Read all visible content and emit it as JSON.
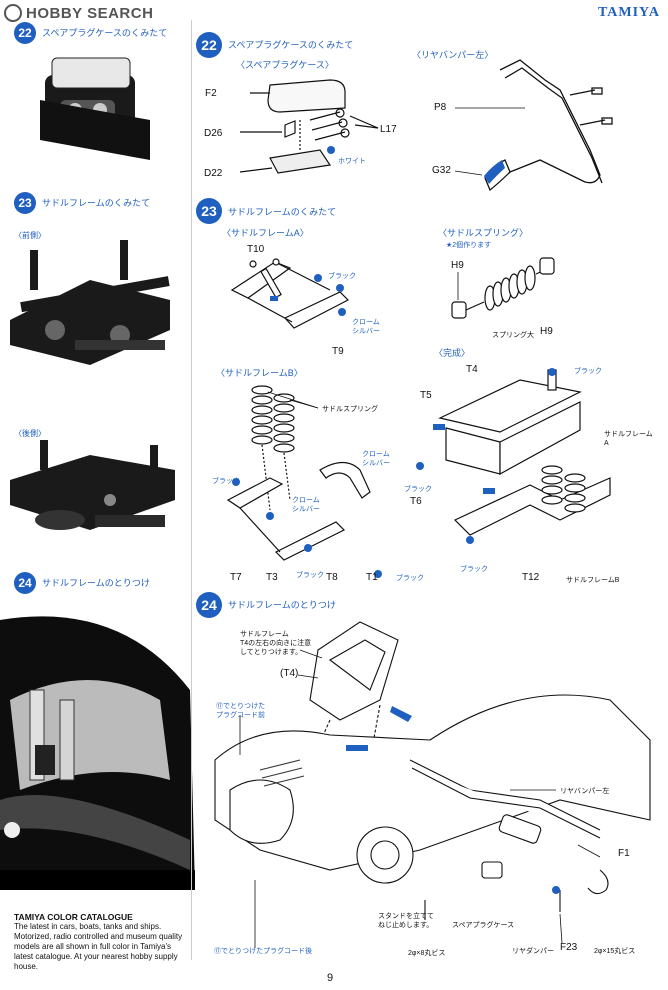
{
  "header": {
    "site_logo": "HOBBY SEARCH",
    "brand": "TAMIYA"
  },
  "left": {
    "s22": {
      "num": "22",
      "title": "スペアプラグケースのくみたて"
    },
    "s23": {
      "num": "23",
      "title": "サドルフレームのくみたて",
      "front": "〈前側〉",
      "rear": "〈後側〉"
    },
    "s24": {
      "num": "24",
      "title": "サドルフレームのとりつけ"
    },
    "catalogue": {
      "title": "TAMIYA COLOR CATALOGUE",
      "body": "The latest in cars, boats, tanks and ships. Motorized, radio controlled and museum quality models are all shown in full color in Tamiya's latest catalogue. At your nearest hobby supply house."
    }
  },
  "step22": {
    "num": "22",
    "title": "スペアプラグケースのくみたて",
    "sub": "〈スペアプラグケース〉",
    "labels": {
      "f2": "F2",
      "d26": "D26",
      "d22": "D22",
      "l17": "L17",
      "white": "ホワイト"
    }
  },
  "rear_bumper": {
    "title": "〈リヤバンパー左〉",
    "labels": {
      "p8": "P8",
      "g32": "G32"
    }
  },
  "step23": {
    "num": "23",
    "title": "サドルフレームのくみたて",
    "frameA": {
      "title": "〈サドルフレームA〉",
      "labels": {
        "t10": "T10",
        "t9": "T9",
        "black": "ブラック",
        "chrome": "クローム\nシルバー"
      }
    },
    "spring": {
      "title": "〈サドルスプリング〉",
      "note": "★2個作ります",
      "labels": {
        "h9a": "H9",
        "h9b": "H9",
        "spring_big": "スプリング大"
      }
    },
    "frameB": {
      "title": "〈サドルフレームB〉",
      "labels": {
        "saddle_spring": "サドルスプリング",
        "chrome1": "クローム\nシルバー",
        "chrome2": "クローム\nシルバー",
        "black1": "ブラック",
        "black2": "ブラック",
        "black3": "ブラック",
        "t7": "T7",
        "t3": "T3",
        "t8": "T8",
        "t1": "T1"
      }
    },
    "complete": {
      "title": "〈完成〉",
      "labels": {
        "t4": "T4",
        "t5": "T5",
        "t6": "T6",
        "t12": "T12",
        "black1": "ブラック",
        "black2": "ブラック",
        "black3": "ブラック",
        "frameA": "サドルフレーム\nA",
        "frameB": "サドルフレームB"
      }
    }
  },
  "step24": {
    "num": "24",
    "title": "サドルフレームのとりつけ",
    "labels": {
      "note": "サドルフレーム\nT4の左右の向きに注意\nしてとりつけます。",
      "t4": "(T4)",
      "cord1": "⑰でとりつけた\nプラグコード前",
      "cord2": "⑰でとりつけたプラグコード後",
      "rear_bumper": "リヤバンパー左",
      "f1": "F1",
      "f23": "F23",
      "stand": "スタンドを立てて\nねじ止めします。",
      "plug_case": "スペアプラグケース",
      "rear_damper": "リヤダンパー",
      "screw8": "2φ×8丸ビス",
      "screw15": "2φ×15丸ビス"
    }
  },
  "page_number": "9",
  "colors": {
    "accent": "#1f5fbf",
    "ink": "#111111"
  }
}
